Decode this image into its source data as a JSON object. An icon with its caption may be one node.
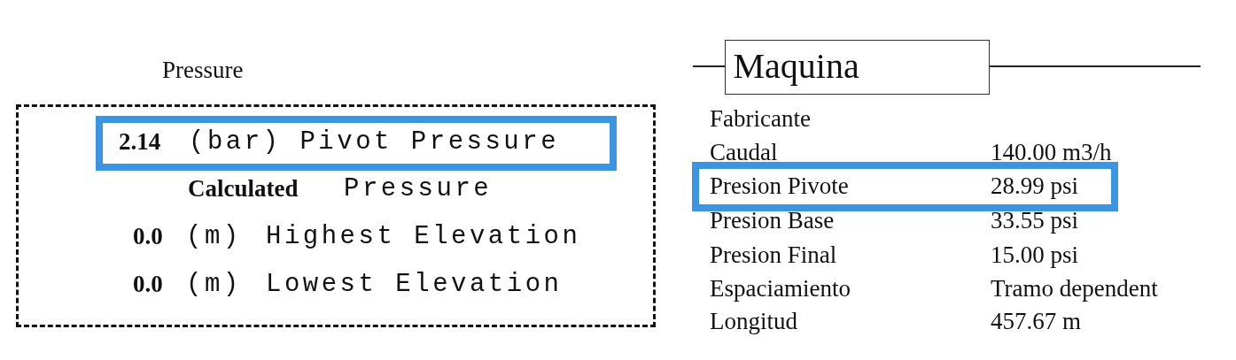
{
  "diagram": {
    "nodes": [
      {
        "text": [
          "Pressure"
        ]
      },
      {
        "text": [
          "2.14",
          "(bar) Pivot Pressure"
        ],
        "in": 0
      },
      {
        "text": [
          "Maquina"
        ]
      },
      {
        "text": [
          "Presion Pivote",
          "28.99 psi"
        ]
      }
    ],
    "labels": [
      "Calculated",
      "Pressure",
      "0.0",
      "(m)",
      "Highest Elevation",
      "0.0",
      "(m)",
      "Lowest Elevation",
      "Fabricante",
      "Caudal",
      "140.00 m3/h",
      "Presion Base",
      "33.55 psi",
      "Presion Final",
      "15.00 psi",
      "Espaciamiento",
      "Tramo dependent",
      "Longitud",
      "457.67 m"
    ]
  }
}
